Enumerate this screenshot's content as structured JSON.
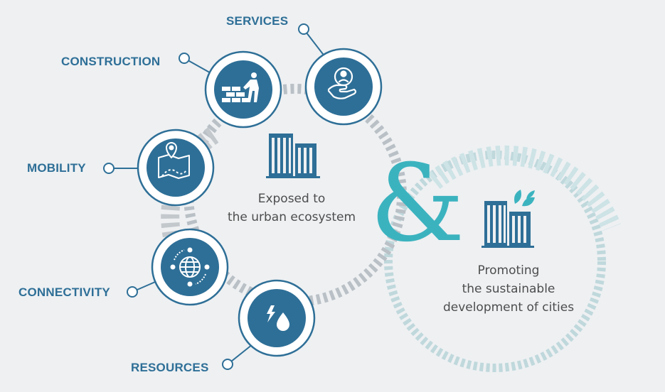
{
  "labels": {
    "services": "SERVICES",
    "construction": "CONSTRUCTION",
    "mobility": "MOBILITY",
    "connectivity": "CONNECTIVITY",
    "resources": "RESOURCES"
  },
  "left_caption": {
    "line1": "Exposed to",
    "line2": "the urban ecosystem"
  },
  "right_caption": {
    "line1": "Promoting",
    "line2": "the sustainable",
    "line3": "development of cities"
  },
  "ampersand": "&",
  "icons": {
    "services": "hand-with-person-icon",
    "construction": "worker-laying-bricks-icon",
    "mobility": "map-pin-icon",
    "connectivity": "globe-network-icon",
    "resources": "water-drop-lightning-icon",
    "left_center": "city-buildings-icon",
    "right_center": "green-buildings-leaf-icon"
  },
  "colors": {
    "primary": "#2e6f97",
    "accent": "#3bb3bf",
    "dashed_ring_left": "#b9c0c6",
    "dashed_ring_right": "#bfd8dc",
    "text": "#4d4d4d",
    "background": "#eef0f2"
  }
}
